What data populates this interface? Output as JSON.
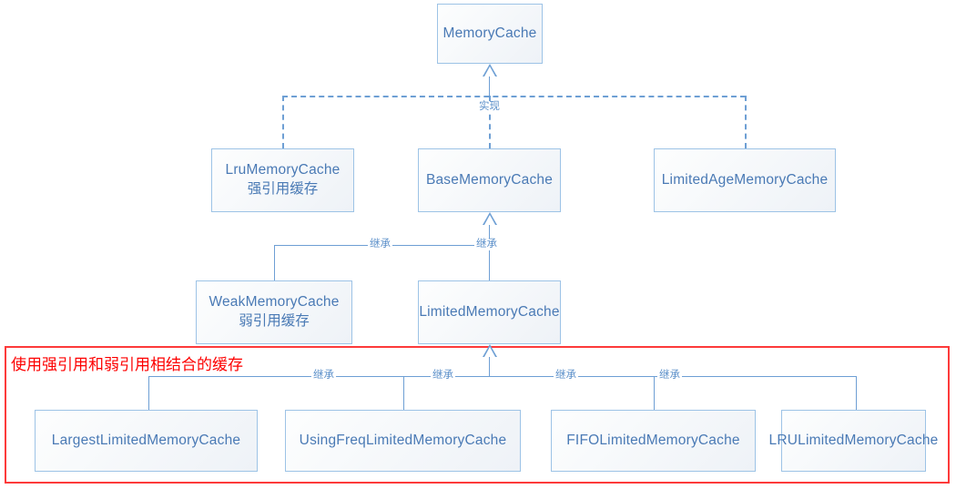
{
  "diagram": {
    "type": "uml-class-hierarchy",
    "background": "#ffffff",
    "box_border_color": "#9dc3e6",
    "box_text_color": "#4a7ab5",
    "connector_color": "#6e9fd4",
    "group_color": "#fd0000"
  },
  "nodes": {
    "memory_cache": {
      "title": "MemoryCache",
      "subtitle": ""
    },
    "lru_memory_cache": {
      "title": "LruMemoryCache",
      "subtitle": "强引用缓存"
    },
    "base_memory_cache": {
      "title": "BaseMemoryCache",
      "subtitle": ""
    },
    "limited_age_memory_cache": {
      "title": "LimitedAgeMemoryCache",
      "subtitle": ""
    },
    "weak_memory_cache": {
      "title": "WeakMemoryCache",
      "subtitle": "弱引用缓存"
    },
    "limited_memory_cache": {
      "title": "LimitedMemoryCache",
      "subtitle": ""
    },
    "largest_limited_memory_cache": {
      "title": "LargestLimitedMemoryCache",
      "subtitle": ""
    },
    "using_freq_limited_memory_cache": {
      "title": "UsingFreqLimitedMemoryCache",
      "subtitle": ""
    },
    "fifo_limited_memory_cache": {
      "title": "FIFOLimitedMemoryCache",
      "subtitle": ""
    },
    "lru_limited_memory_cache": {
      "title": "LRULimitedMemoryCache",
      "subtitle": ""
    }
  },
  "edge_labels": {
    "realize": "实现",
    "inherit_weak": "继承",
    "inherit_limited": "继承",
    "inherit_largest": "继承",
    "inherit_usingfreq": "继承",
    "inherit_fifo": "继承",
    "inherit_lru": "继承"
  },
  "group": {
    "label": "使用强引用和弱引用相结合的缓存"
  }
}
